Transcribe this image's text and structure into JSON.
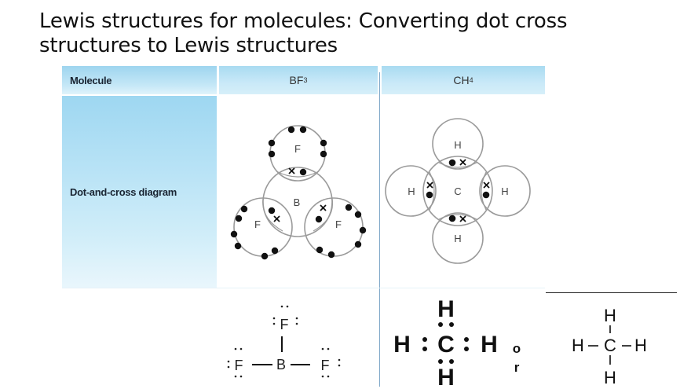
{
  "slide": {
    "title": "Lewis structures for molecules: Converting dot cross structures to Lewis structures"
  },
  "table": {
    "header": {
      "row_label": "Molecule",
      "columns": [
        {
          "formula_base": "BF",
          "formula_sub": "3"
        },
        {
          "formula_base": "CH",
          "formula_sub": "4"
        }
      ]
    },
    "row_label": "Dot-and-cross diagram"
  },
  "bf3_dot_cross": {
    "central_atom": "B",
    "outer_atoms": [
      "F",
      "F",
      "F"
    ],
    "shared_pair_symbols": [
      "x",
      "●"
    ]
  },
  "ch4_dot_cross": {
    "central_atom": "C",
    "outer_atoms": [
      "H",
      "H",
      "H",
      "H"
    ]
  },
  "bf3_lewis": {
    "central": "B",
    "top": "F",
    "left": "F",
    "right": "F"
  },
  "ch4_lewis_dot": {
    "center": "C",
    "top": "H",
    "bottom": "H",
    "left": "H",
    "right": "H",
    "connector_word_line1": "o",
    "connector_word_line2": "r"
  },
  "ch4_lewis_line": {
    "center": "C",
    "top": "H",
    "bottom": "H",
    "left": "H",
    "right": "H"
  },
  "colors": {
    "header_blue": "#a9dbf1",
    "circle_stroke": "#999999",
    "divider": "#7fa7c8"
  }
}
